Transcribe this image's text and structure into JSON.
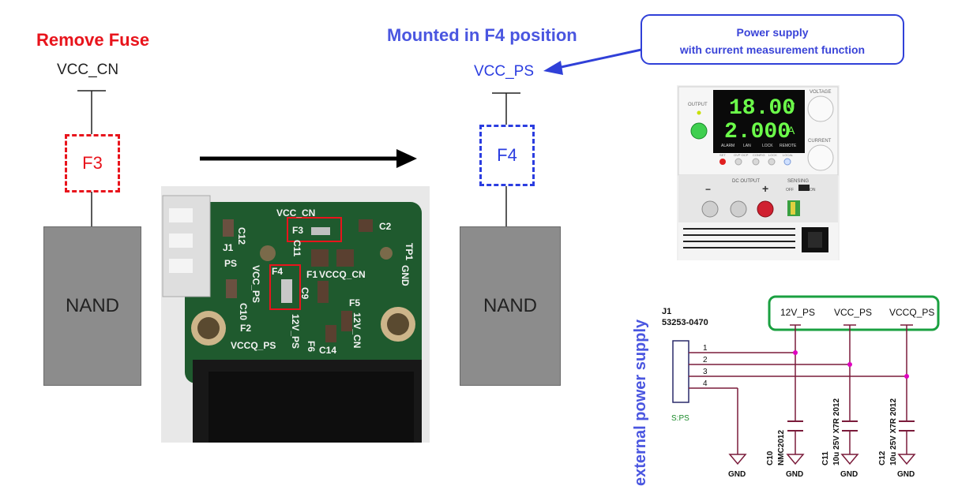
{
  "left": {
    "title": "Remove Fuse",
    "net": "VCC_CN",
    "fuse": "F3",
    "nand": "NAND"
  },
  "right": {
    "title": "Mounted in F4 position",
    "net": "VCC_PS",
    "fuse": "F4",
    "nand": "NAND"
  },
  "callout": {
    "line1": "Power supply",
    "line2": "with current measurement function"
  },
  "power_supply": {
    "output_label": "OUTPUT",
    "voltage_reading": "18.00",
    "voltage_unit": "V",
    "current_reading": "2.000",
    "current_unit": "A",
    "voltage_knob": "VOLTAGE",
    "current_knob": "CURRENT",
    "status": [
      "ALARM",
      "LAN",
      "LOCK",
      "REMOTE"
    ],
    "buttons": [
      "SET",
      "OVP·OCP",
      "CONFIG",
      "LOCK",
      "LOCAL"
    ],
    "dc_output": "DC OUTPUT",
    "sensing": "SENSING",
    "sensing_states": [
      "OFF",
      "ON"
    ],
    "minus": "−",
    "plus": "+"
  },
  "pcb": {
    "labels": [
      "VCC_CN",
      "F3",
      "C2",
      "TP1",
      "GND",
      "J1",
      "C12",
      "PS",
      "C11",
      "F1",
      "VCCQ_CN",
      "F4",
      "C9",
      "VCC_PS",
      "C10",
      "F5",
      "F2",
      "12V_PS",
      "12V_CN",
      "VCCQ_PS",
      "F6",
      "C14"
    ]
  },
  "schematic": {
    "side_label": "external power supply",
    "connector_ref": "J1",
    "connector_part": "53253-0470",
    "connector_name": "S:PS",
    "pins": [
      "1",
      "2",
      "3",
      "4"
    ],
    "nets": [
      "12V_PS",
      "VCC_PS",
      "VCCQ_PS"
    ],
    "caps": [
      {
        "ref": "C10",
        "value": "NMC2012"
      },
      {
        "ref": "C11",
        "value": "10u 25V X7R 2012"
      },
      {
        "ref": "C12",
        "value": "10u 25V X7R 2012"
      }
    ],
    "gnd": "GND",
    "colors": {
      "net_box": "#1aa040",
      "wire": "#7a1b3a",
      "junction": "#e000c0",
      "side_label": "#4a56e0"
    }
  }
}
